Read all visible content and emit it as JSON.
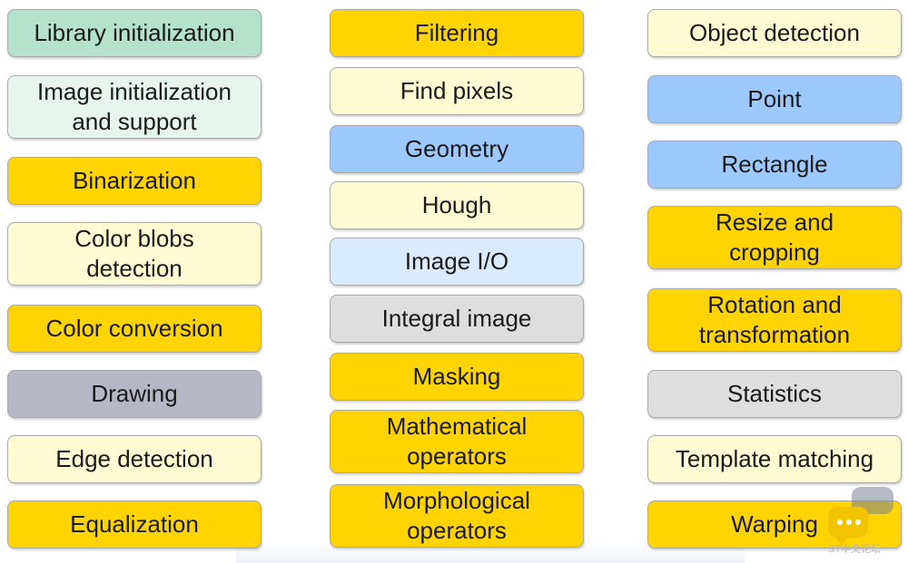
{
  "colors": {
    "mint": "#b5e2cc",
    "mint_light": "#e6f6ee",
    "gold": "#ffd400",
    "cream": "#fffbd3",
    "blue": "#9cc9ff",
    "blue_light": "#d9ecff",
    "gray_light": "#dedede",
    "gray_blue": "#b5b8c4"
  },
  "columns": [
    {
      "items": [
        {
          "label": "Library initialization",
          "color": "mint"
        },
        {
          "label": "Image initialization\nand support",
          "color": "mint_light"
        },
        {
          "label": "Binarization",
          "color": "gold"
        },
        {
          "label": "Color blobs\ndetection",
          "color": "cream"
        },
        {
          "label": "Color conversion",
          "color": "gold"
        },
        {
          "label": "Drawing",
          "color": "gray_blue"
        },
        {
          "label": "Edge detection",
          "color": "cream"
        },
        {
          "label": "Equalization",
          "color": "gold"
        }
      ]
    },
    {
      "items": [
        {
          "label": "Filtering",
          "color": "gold"
        },
        {
          "label": "Find pixels",
          "color": "cream"
        },
        {
          "label": "Geometry",
          "color": "blue"
        },
        {
          "label": "Hough",
          "color": "cream"
        },
        {
          "label": "Image I/O",
          "color": "blue_light"
        },
        {
          "label": "Integral image",
          "color": "gray_light"
        },
        {
          "label": "Masking",
          "color": "gold"
        },
        {
          "label": "Mathematical\noperators",
          "color": "gold"
        },
        {
          "label": "Morphological\noperators",
          "color": "gold"
        }
      ]
    },
    {
      "items": [
        {
          "label": "Object detection",
          "color": "cream"
        },
        {
          "label": "Point",
          "color": "blue"
        },
        {
          "label": "Rectangle",
          "color": "blue"
        },
        {
          "label": "Resize and\ncropping",
          "color": "gold"
        },
        {
          "label": "Rotation and\ntransformation",
          "color": "gold"
        },
        {
          "label": "Statistics",
          "color": "gray_light"
        },
        {
          "label": "Template matching",
          "color": "cream"
        },
        {
          "label": "Warping",
          "color": "gold"
        }
      ]
    }
  ],
  "watermark": {
    "text": "ST中文论坛",
    "icon": "chat-bubble-icon"
  }
}
